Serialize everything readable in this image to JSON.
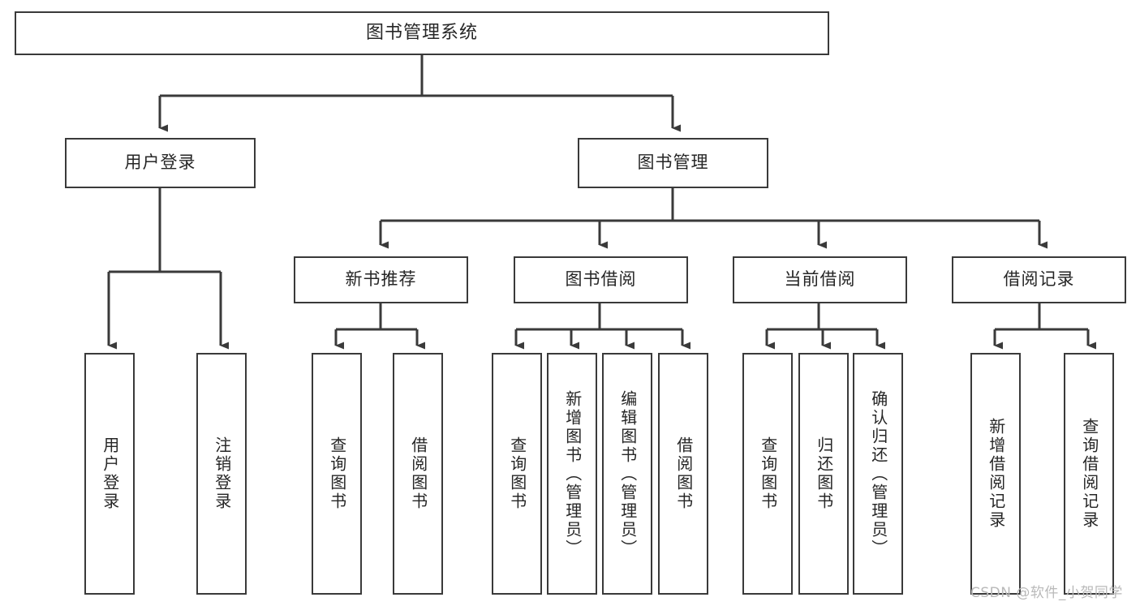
{
  "diagram": {
    "type": "tree",
    "title": "图书管理系统",
    "style": {
      "border_color": "#3a3a3a",
      "text_color": "#262626",
      "background": "#ffffff",
      "edge_color": "#3a3a3a",
      "watermark_color": "#b9b9b9"
    },
    "root": {
      "label": "图书管理系统"
    },
    "level2": [
      {
        "label": "用户登录"
      },
      {
        "label": "图书管理"
      }
    ],
    "level3": [
      {
        "label": "新书推荐"
      },
      {
        "label": "图书借阅"
      },
      {
        "label": "当前借阅"
      },
      {
        "label": "借阅记录"
      }
    ],
    "leaves": {
      "user_login": [
        {
          "label": "用户登录"
        },
        {
          "label": "注销登录"
        }
      ],
      "new_book_recommend": [
        {
          "label": "查询图书"
        },
        {
          "label": "借阅图书"
        }
      ],
      "book_borrow": [
        {
          "label": "查询图书"
        },
        {
          "label": "新增图书（管理员）"
        },
        {
          "label": "编辑图书（管理员）"
        },
        {
          "label": "借阅图书"
        }
      ],
      "current_borrow": [
        {
          "label": "查询图书"
        },
        {
          "label": "归还图书"
        },
        {
          "label": "确认归还（管理员）"
        }
      ],
      "borrow_record": [
        {
          "label": "新增借阅记录"
        },
        {
          "label": "查询借阅记录"
        }
      ]
    },
    "watermark": "CSDN @软件_小贺同学"
  }
}
